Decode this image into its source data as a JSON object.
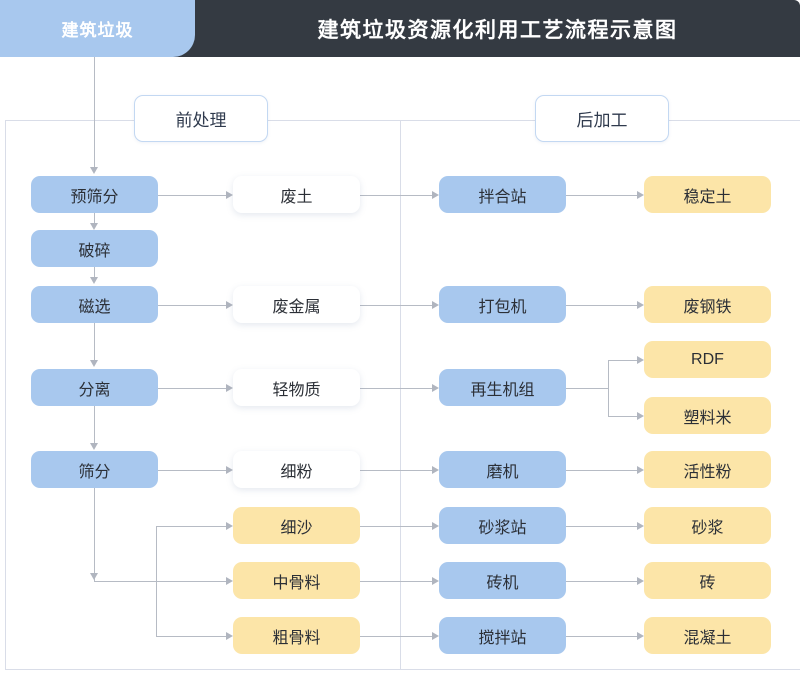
{
  "header": {
    "tab_label": "建筑垃圾",
    "title": "建筑垃圾资源化利用工艺流程示意图",
    "dark_bg": "#343a42",
    "tab_bg": "#a8c8ee"
  },
  "sections": {
    "pre_label": "前处理",
    "post_label": "后加工"
  },
  "palette": {
    "process_blue": "#a8c8ee",
    "product_yellow": "#fce5a8",
    "intermediate_white": "#ffffff",
    "connector_gray": "#b6bbc4",
    "panel_border": "#d9dde8"
  },
  "nodes": {
    "pre_screen": "预筛分",
    "crush": "破碎",
    "magnetic": "磁选",
    "separate": "分离",
    "screen": "筛分",
    "waste_soil": "废土",
    "waste_metal": "废金属",
    "light_material": "轻物质",
    "fine_powder": "细粉",
    "fine_sand": "细沙",
    "medium_aggregate": "中骨料",
    "coarse_aggregate": "粗骨料",
    "mixing_station": "拌合站",
    "baler": "打包机",
    "regen_unit": "再生机组",
    "grinder": "磨机",
    "mortar_station": "砂浆站",
    "brick_machine": "砖机",
    "concrete_station": "搅拌站",
    "stabilized_soil": "稳定土",
    "scrap_steel": "废钢铁",
    "rdf": "RDF",
    "plastic_pellet": "塑料米",
    "active_powder": "活性粉",
    "mortar": "砂浆",
    "brick": "砖",
    "concrete": "混凝土"
  }
}
